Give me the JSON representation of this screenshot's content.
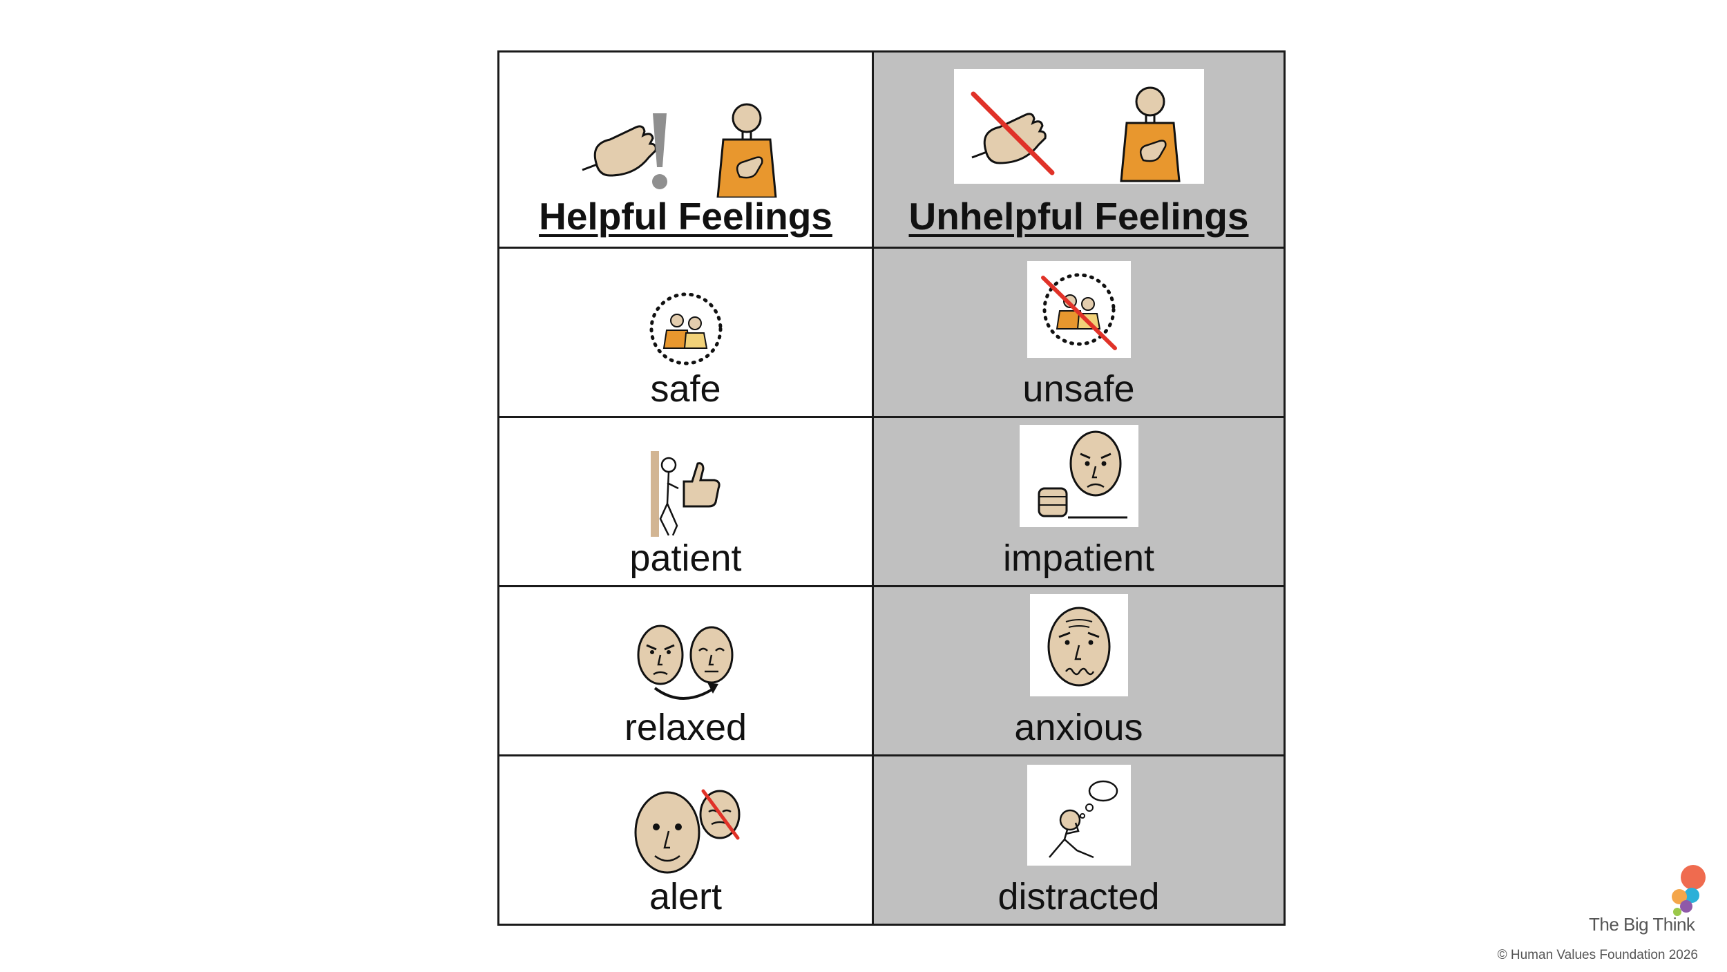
{
  "table": {
    "header": {
      "left": "Helpful Feelings",
      "right": "Unhelpful Feelings"
    },
    "rows": [
      {
        "helpful": "safe",
        "unhelpful": "unsafe"
      },
      {
        "helpful": "patient",
        "unhelpful": "impatient"
      },
      {
        "helpful": "relaxed",
        "unhelpful": "anxious"
      },
      {
        "helpful": "alert",
        "unhelpful": "distracted"
      }
    ]
  },
  "footer": {
    "brand": "The Big Think",
    "copyright": "© Human Values Foundation 2026"
  },
  "colors": {
    "unhelpful_bg": "#c0c0c0",
    "skin": "#e3cdae",
    "orange": "#e8972e",
    "cross_red": "#e03228",
    "brand_dots": [
      "#ef6b4f",
      "#2bb0d8",
      "#8f59a8",
      "#f4a64a"
    ]
  },
  "icons": {
    "helpful_header": [
      "hand-icon",
      "exclamation-icon",
      "person-heart-icon"
    ],
    "unhelpful_header": [
      "crossed-hand-icon",
      "person-heart-icon"
    ],
    "safe": "safe-people-icon",
    "unsafe": "unsafe-people-icon",
    "patient": "patient-thumbs-up-icon",
    "impatient": "impatient-face-icon",
    "relaxed": "relaxed-faces-icon",
    "anxious": "anxious-face-icon",
    "alert": "alert-face-icon",
    "distracted": "distracted-thinking-icon"
  }
}
